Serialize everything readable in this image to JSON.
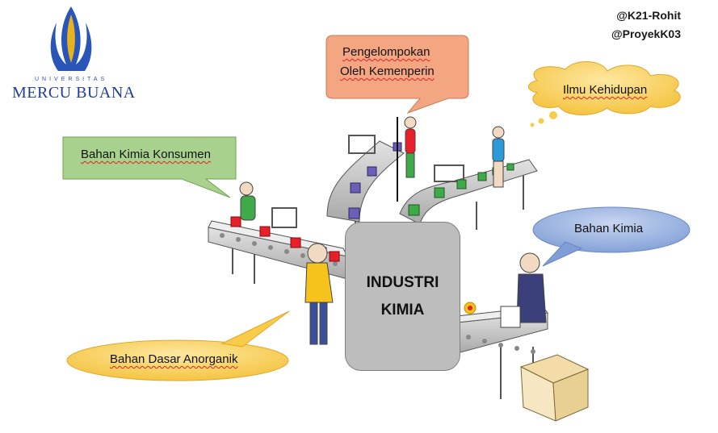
{
  "logo": {
    "university_small": "UNIVERSITAS",
    "university_name": "MERCU BUANA"
  },
  "handles": [
    "@K21-Rohit",
    "@ProyekK03"
  ],
  "center_box": {
    "title": "INDUSTRI KIMIA"
  },
  "callouts": {
    "pengelompokan": {
      "line1": "Pengelompokan",
      "line2": "Oleh Kemenperin",
      "color": "#f4a582"
    },
    "ilmu": {
      "label": "Ilmu Kehidupan",
      "color": "#f8cc48"
    },
    "konsumen": {
      "label": "Bahan Kimia Konsumen",
      "color": "#a9d18e"
    },
    "bahan_kimia": {
      "label": "Bahan Kimia",
      "color": "#8faadc"
    },
    "anorganik": {
      "label": "Bahan Dasar Anorganik",
      "color": "#f8cc48"
    }
  },
  "colors": {
    "logo_blue": "#1f3f8f",
    "belt_gray": "#c8c8c8",
    "box_red": "#e8202a",
    "box_purple": "#6b5fb8",
    "box_green": "#3faa48",
    "worker_yellow": "#f6c21c",
    "worker_navy": "#3b3f7a"
  }
}
